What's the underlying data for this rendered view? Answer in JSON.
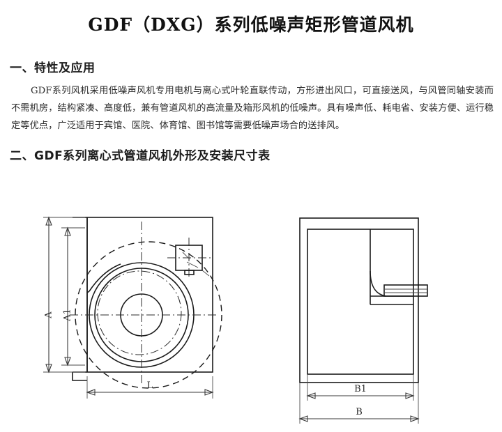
{
  "document": {
    "title": "GDF（DXG）系列低噪声矩形管道风机",
    "background_color": "#ffffff",
    "text_color": "#1a1a1a"
  },
  "sections": [
    {
      "number": "一",
      "heading": "一、特性及应用",
      "body": "GDF系列风机采用低噪声风机专用电机与离心式叶轮直联传动，方形进出风口，可直接送风，与风管同轴安装而不需机房，结构紧凑、高度低，兼有管道风机的高流量及箱形风机的低噪声。具有噪声低、耗电省、安装方便、运行稳定等优点，广泛适用于宾馆、医院、体育馆、图书馆等需要低噪声场合的送排风。"
    },
    {
      "number": "二",
      "heading": "二、GDF系列离心式管道风机外形及安装尺寸表",
      "body": ""
    }
  ],
  "drawings": {
    "side_view": {
      "name": "side-view-drawing",
      "dimension_labels": {
        "height_outer": "A",
        "height_inner": "A1",
        "length": "L"
      }
    },
    "front_view": {
      "name": "front-view-drawing",
      "dimension_labels": {
        "width_inner": "B1",
        "width_outer": "B"
      }
    }
  }
}
